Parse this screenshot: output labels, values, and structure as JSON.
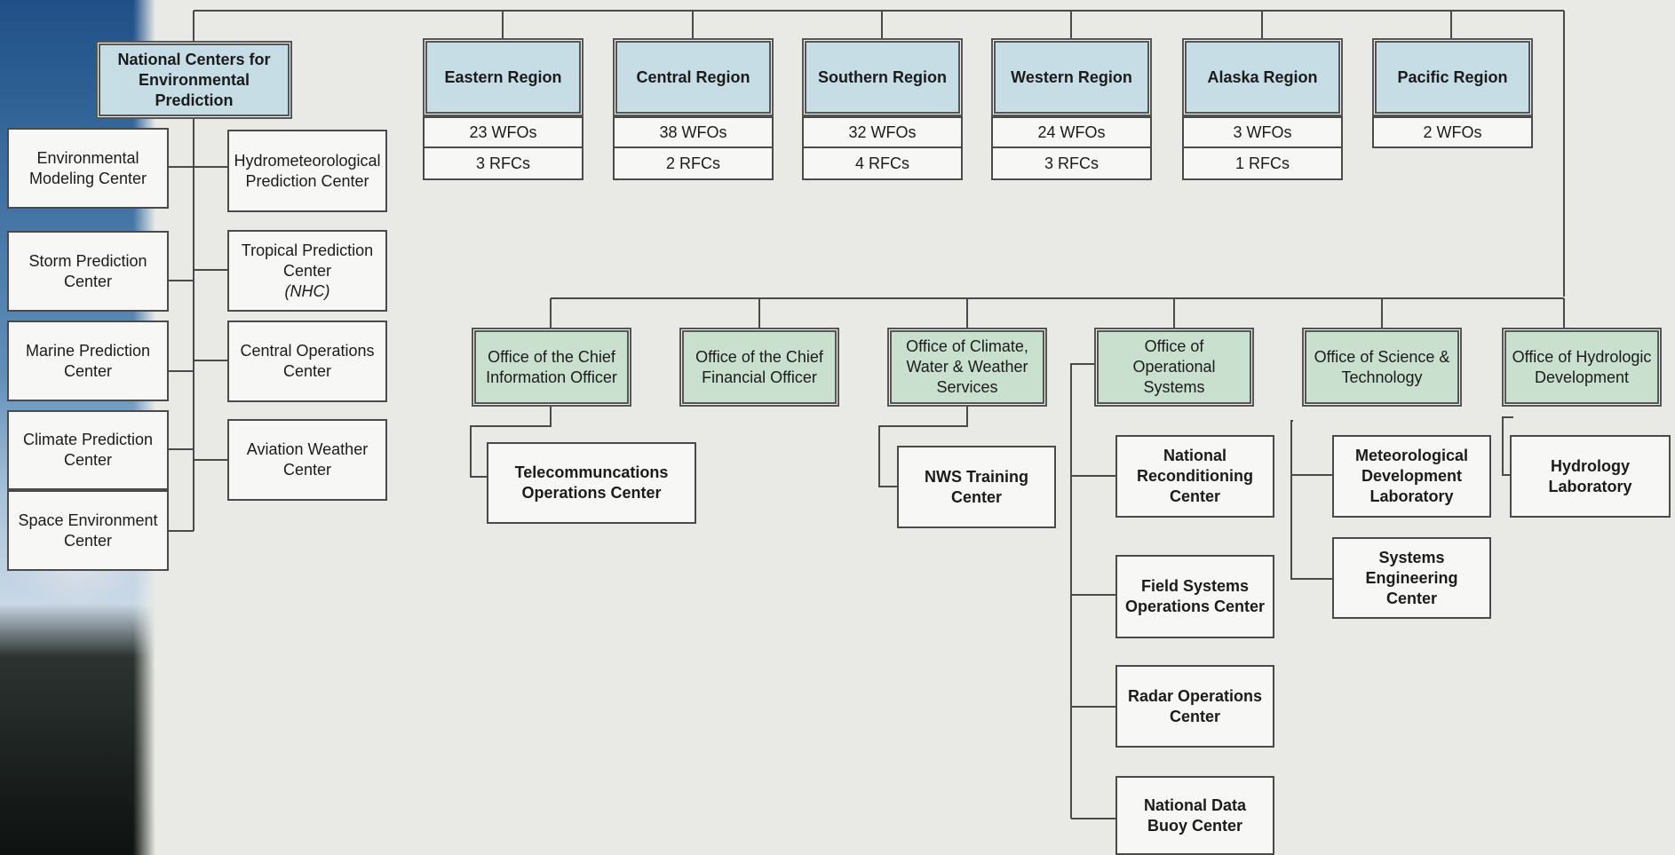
{
  "ncep": {
    "title": "National Centers for Environmental Prediction",
    "centers": {
      "emc": "Environmental Modeling Center",
      "hpc": "Hydrometeorological Prediction Center",
      "spc": "Storm Prediction Center",
      "tpc": "Tropical Prediction Center",
      "tpc_sub": "(NHC)",
      "mpc": "Marine Prediction Center",
      "coc": "Central Operations Center",
      "cpc": "Climate Prediction Center",
      "awc": "Aviation Weather Center",
      "sec": "Space Environment Center"
    }
  },
  "regions": [
    {
      "name": "Eastern Region",
      "wfos": "23 WFOs",
      "rfcs": "3 RFCs"
    },
    {
      "name": "Central Region",
      "wfos": "38 WFOs",
      "rfcs": "2 RFCs"
    },
    {
      "name": "Southern Region",
      "wfos": "32 WFOs",
      "rfcs": "4 RFCs"
    },
    {
      "name": "Western Region",
      "wfos": "24 WFOs",
      "rfcs": "3 RFCs"
    },
    {
      "name": "Alaska Region",
      "wfos": "3 WFOs",
      "rfcs": "1 RFCs"
    },
    {
      "name": "Pacific Region",
      "wfos": "2 WFOs"
    }
  ],
  "offices": [
    {
      "name": "Office of the Chief Information Officer"
    },
    {
      "name": "Office of the Chief Financial Officer"
    },
    {
      "name": "Office of Climate, Water & Weather Services"
    },
    {
      "name": "Office of Operational Systems"
    },
    {
      "name": "Office of Science & Technology"
    },
    {
      "name": "Office of Hydrologic Development"
    }
  ],
  "sub_units": {
    "toc": "Telecommuncations Operations Center",
    "nws_training": "NWS Training Center",
    "nrc": "National Reconditioning Center",
    "fsoc": "Field Systems Operations Center",
    "roc": "Radar Operations Center",
    "ndbc": "National Data Buoy Center",
    "mdl": "Meteorological Development Laboratory",
    "sec": "Systems Engineering Center",
    "hl": "Hydrology Laboratory"
  },
  "colors": {
    "region_header": "#c6dde6",
    "office_header": "#c9e0cf",
    "box_border": "#4a4a4a",
    "connector": "#4a4a4a"
  }
}
